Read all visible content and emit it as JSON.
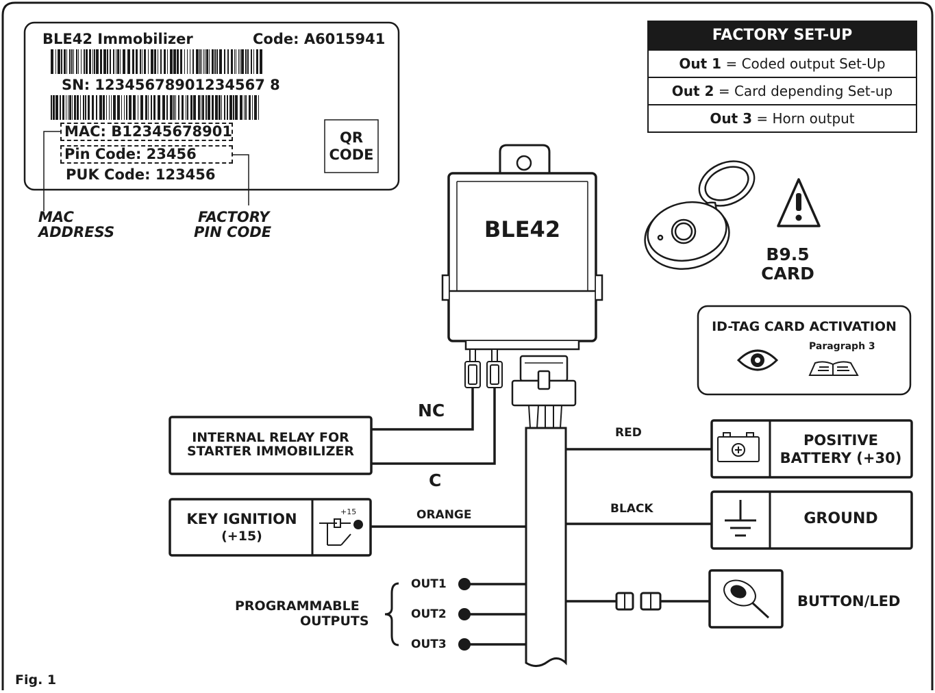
{
  "label_card": {
    "product": "BLE42 Immobilizer",
    "code": "Code: A6015941",
    "sn": "SN: 12345678901234567 8",
    "mac": "MAC: B12345678901",
    "pin": "Pin Code: 23456",
    "puk": "PUK Code: 123456",
    "qr_line1": "QR",
    "qr_line2": "CODE"
  },
  "callouts": {
    "mac_line1": "MAC",
    "mac_line2": "ADDRESS",
    "pin_line1": "FACTORY",
    "pin_line2": "PIN CODE"
  },
  "factory_setup": {
    "title": "FACTORY SET-UP",
    "rows": [
      {
        "key": "Out 1",
        "value": " = Coded output Set-Up"
      },
      {
        "key": "Out 2",
        "value": " = Card depending Set-up"
      },
      {
        "key": "Out 3",
        "value": " = Horn output"
      }
    ]
  },
  "module": {
    "name": "BLE42"
  },
  "card": {
    "line1": "B9.5",
    "line2": "CARD"
  },
  "id_tag": {
    "title": "ID-TAG CARD ACTIVATION",
    "paragraph": "Paragraph 3"
  },
  "relay": {
    "line1": "INTERNAL RELAY FOR",
    "line2": "STARTER IMMOBILIZER",
    "nc": "NC",
    "c": "C"
  },
  "key_ignition": {
    "line1": "KEY IGNITION",
    "line2": "(+15)",
    "icon_label": "+15",
    "wire": "ORANGE"
  },
  "battery": {
    "line1": "POSITIVE",
    "line2": "BATTERY (+30)",
    "wire": "RED"
  },
  "ground": {
    "label": "GROUND",
    "wire": "BLACK"
  },
  "button_led": {
    "label": "BUTTON/LED"
  },
  "outputs": {
    "line1": "PROGRAMMABLE",
    "line2": "OUTPUTS",
    "items": [
      "OUT1",
      "OUT2",
      "OUT3"
    ]
  },
  "figure_label": "Fig. 1"
}
